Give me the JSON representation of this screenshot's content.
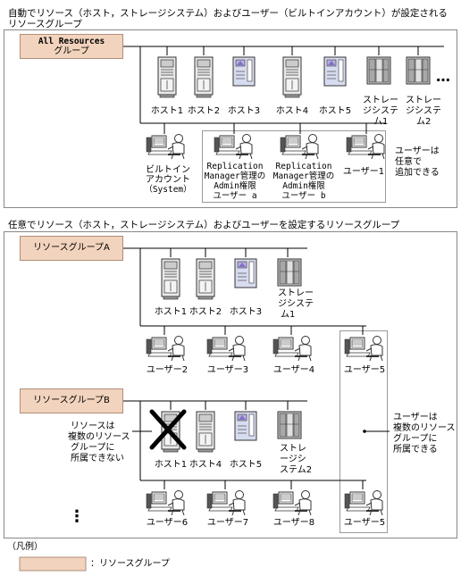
{
  "top_panel": {
    "title_line1": "自動でリソース（ホスト，ストレージシステム）およびユーザー（ビルトインアカウント）が設定される",
    "title_line2": "リソースグループ",
    "group_line1": "All Resources",
    "group_line2": "グループ",
    "resources": [
      "ホスト1",
      "ホスト2",
      "ホスト3",
      "ホスト4",
      "ホスト5"
    ],
    "storage1": [
      "ストレー",
      "ジシステ",
      "ム1"
    ],
    "storage2": [
      "ストレー",
      "ジシステ",
      "ム2"
    ],
    "ellipsis": "…",
    "builtin": [
      "ビルトイン",
      "アカウント",
      "（System）"
    ],
    "user_a": [
      "Replication",
      "Manager管理の",
      "Admin権限",
      "ユーザー a"
    ],
    "user_b": [
      "Replication",
      "Manager管理の",
      "Admin権限",
      "ユーザー b"
    ],
    "user1": "ユーザー1",
    "note": [
      "ユーザーは",
      "任意で",
      "追加できる"
    ]
  },
  "bottom_panel": {
    "title": "任意でリソース（ホスト，ストレージシステム）およびユーザーを設定するリソースグループ",
    "group_a": "リソースグループA",
    "a_hosts": [
      "ホスト1",
      "ホスト2",
      "ホスト3"
    ],
    "a_storage": [
      "ストレー",
      "ジシステ",
      "ム1"
    ],
    "a_users": [
      "ユーザー2",
      "ユーザー3",
      "ユーザー4",
      "ユーザー5"
    ],
    "group_b": "リソースグループB",
    "b_hosts": [
      "ホスト1",
      "ホスト4",
      "ホスト5"
    ],
    "b_storage": [
      "ストレ",
      "ージシ",
      "ステム2"
    ],
    "b_users": [
      "ユーザー6",
      "ユーザー7",
      "ユーザー8",
      "ユーザー5"
    ],
    "note_left": [
      "リソースは",
      "複数のリソース",
      "グループに",
      "所属できない"
    ],
    "note_right": [
      "ユーザーは",
      "複数のリソース",
      "グループに",
      "所属できる"
    ],
    "vdots": "⋮"
  },
  "legend": {
    "title": "（凡例）",
    "item": "：リソースグループ"
  },
  "colors": {
    "group_fill": "#f2d3bd",
    "frame": "#888888"
  }
}
